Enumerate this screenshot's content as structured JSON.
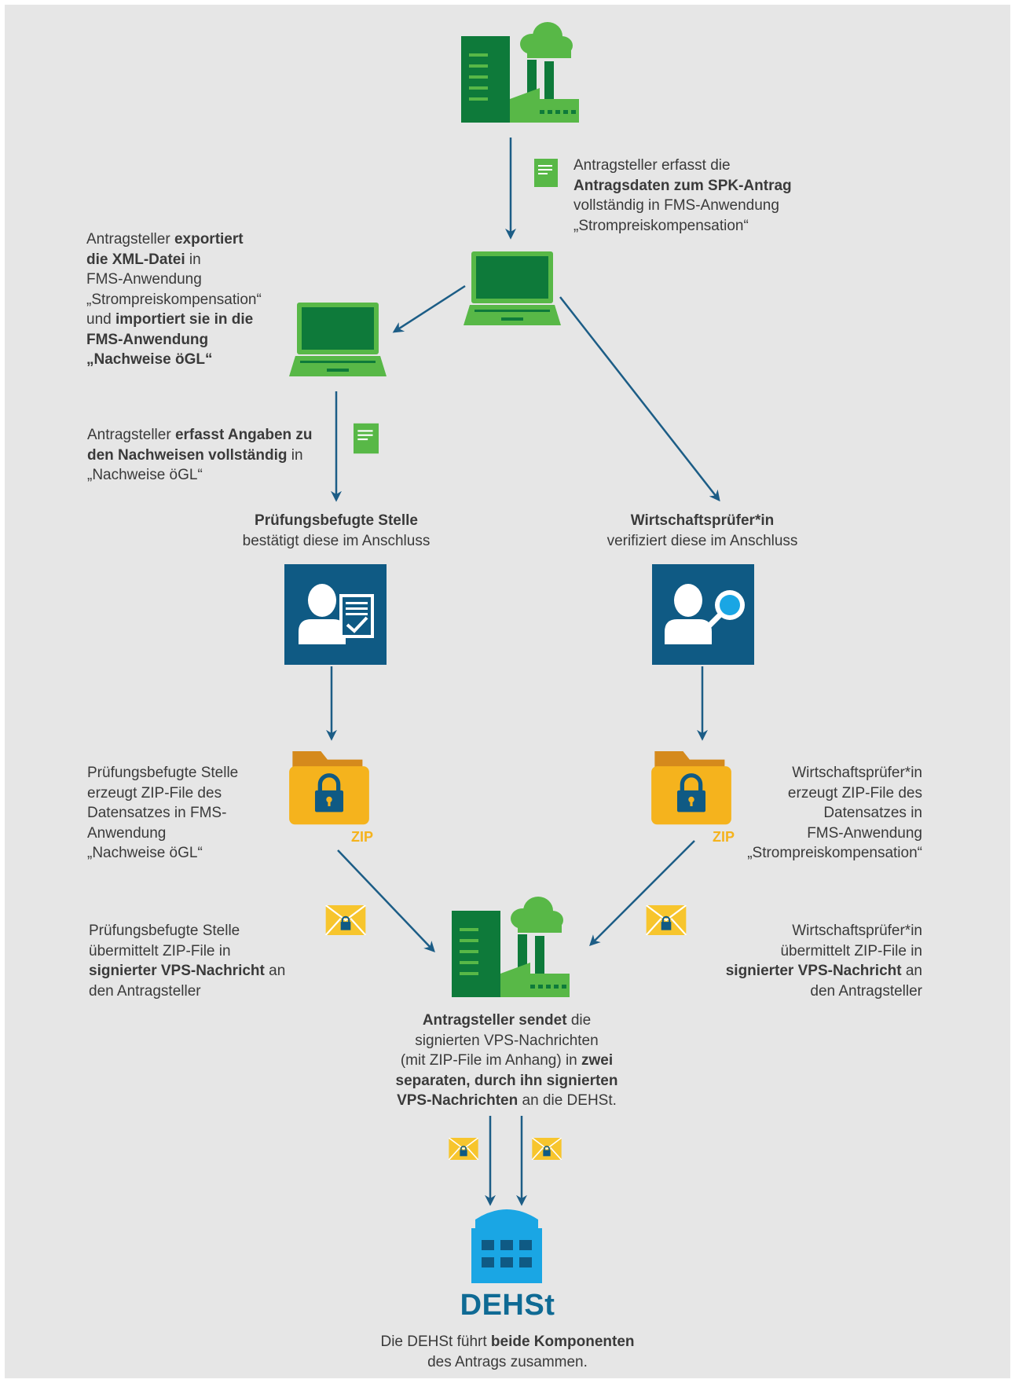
{
  "colors": {
    "background": "#e6e6e6",
    "green_dark": "#0e7a3a",
    "green_light": "#58b847",
    "navy": "#0f5a84",
    "arrow": "#1c5d86",
    "folder": "#f5b31d",
    "envelope": "#f7c52d",
    "building": "#1aa6e4"
  },
  "icons": {
    "factory_top": "factory-icon",
    "laptop": "laptop-icon",
    "document": "document-icon",
    "auditor_person": "person-check-document-icon",
    "verifier_person": "person-magnifier-icon",
    "zip_folder": "locked-zip-folder-icon",
    "envelope": "locked-envelope-icon",
    "authority": "government-building-icon"
  },
  "steps": {
    "enter_data": {
      "p1": "Antragsteller erfasst die",
      "b1": "Antragsdaten zum SPK-Antrag",
      "p2": "vollständig in FMS-Anwendung",
      "p3": "„Strompreiskompensation“"
    },
    "export_xml": {
      "p1": "Antragsteller ",
      "b1": "exportiert",
      "b2": "die XML-Datei",
      "p2": " in",
      "p3": "FMS-Anwendung",
      "p4": "„Strompreiskompensation“",
      "p5": "und ",
      "b3": "importiert sie in die",
      "b4": "FMS-Anwendung",
      "b5": "„Nachweise öGL“"
    },
    "enter_evidence": {
      "p1": "Antragsteller ",
      "b1": "erfasst Angaben zu",
      "b2": "den Nachweisen vollständig",
      "p2": " in",
      "p3": "„Nachweise öGL“"
    },
    "auditor": {
      "b1": "Prüfungsbefugte Stelle",
      "p1": "bestätigt diese im Anschluss"
    },
    "verifier": {
      "b1": "Wirtschaftsprüfer*in",
      "p1": "verifiziert diese im Anschluss"
    },
    "auditor_zip": {
      "l1": "Prüfungsbefugte Stelle",
      "l2": "erzeugt ZIP-File des",
      "l3": "Datensatzes in FMS-",
      "l4": "Anwendung",
      "l5": "„Nachweise öGL“"
    },
    "verifier_zip": {
      "l1": "Wirtschaftsprüfer*in",
      "l2": "erzeugt ZIP-File des",
      "l3": "Datensatzes in",
      "l4": "FMS-Anwendung",
      "l5": "„Strompreiskompensation“"
    },
    "auditor_send": {
      "p1": "Prüfungsbefugte Stelle",
      "p2": "übermittelt ZIP-File in",
      "b1": "signierter VPS-Nachricht",
      "p3": " an",
      "p4": "den Antragsteller"
    },
    "verifier_send": {
      "p1": "Wirtschaftsprüfer*in",
      "p2": "übermittelt ZIP-File in",
      "b1": "signierter VPS-Nachricht",
      "p3": " an",
      "p4": "den Antragsteller"
    },
    "applicant_send": {
      "b1": "Antragsteller sendet",
      "p1": " die",
      "p2": "signierten VPS-Nachrichten",
      "p3": "(mit ZIP-File im Anhang) in ",
      "b2": "zwei",
      "b3": "separaten, durch ihn signierten",
      "b4": "VPS-Nachrichten",
      "p4": " an die DEHSt."
    },
    "final": {
      "p1": "Die DEHSt führt ",
      "b1": "beide Komponenten",
      "p2": "des Antrags zusammen."
    }
  },
  "zip_label": "ZIP",
  "authority_name": "DEHSt"
}
